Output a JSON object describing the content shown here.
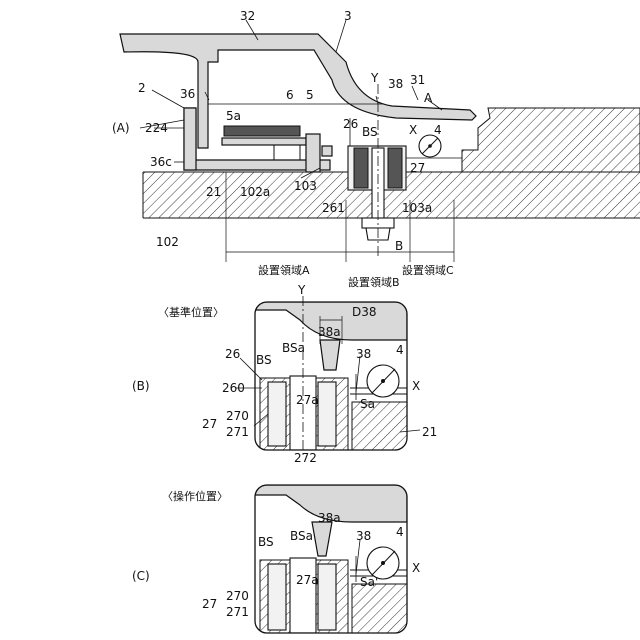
{
  "panel_a": {
    "letter": "(A)",
    "refs": {
      "r32": "32",
      "r3": "3",
      "r2": "2",
      "r36": "36",
      "r224": "224",
      "r36c": "36c",
      "r5a": "5a",
      "r6": "6",
      "r5": "5",
      "rY": "Y",
      "r38": "38",
      "r31": "31",
      "rA": "A",
      "r26": "26",
      "rBS": "BS",
      "rX": "X",
      "r4": "4",
      "r27": "27",
      "r21": "21",
      "r102a": "102a",
      "r103": "103",
      "r261": "261",
      "r103a": "103a",
      "r102": "102",
      "rB": "B"
    },
    "regions": {
      "a": "設置領域A",
      "b": "設置領域B",
      "c": "設置領域C"
    }
  },
  "panel_b": {
    "letter": "(B)",
    "title": "〈基準位置〉",
    "refs": {
      "rY": "Y",
      "rD38": "D38",
      "r38a": "38a",
      "r26": "26",
      "rBS": "BS",
      "rBSa": "BSa",
      "r38": "38",
      "r4": "4",
      "r260": "260",
      "r27a": "27a",
      "rX": "X",
      "rSa": "Sa",
      "r270": "270",
      "r27": "27",
      "r271": "271",
      "r21": "21",
      "r272": "272"
    }
  },
  "panel_c": {
    "letter": "(C)",
    "title": "〈操作位置〉",
    "refs": {
      "r38a": "38a",
      "rBS": "BS",
      "rBSa": "BSa",
      "r38": "38",
      "r4": "4",
      "r27a": "27a",
      "rX": "X",
      "rSa": "Sa'",
      "r270": "270",
      "r27": "27",
      "r271": "271"
    }
  }
}
